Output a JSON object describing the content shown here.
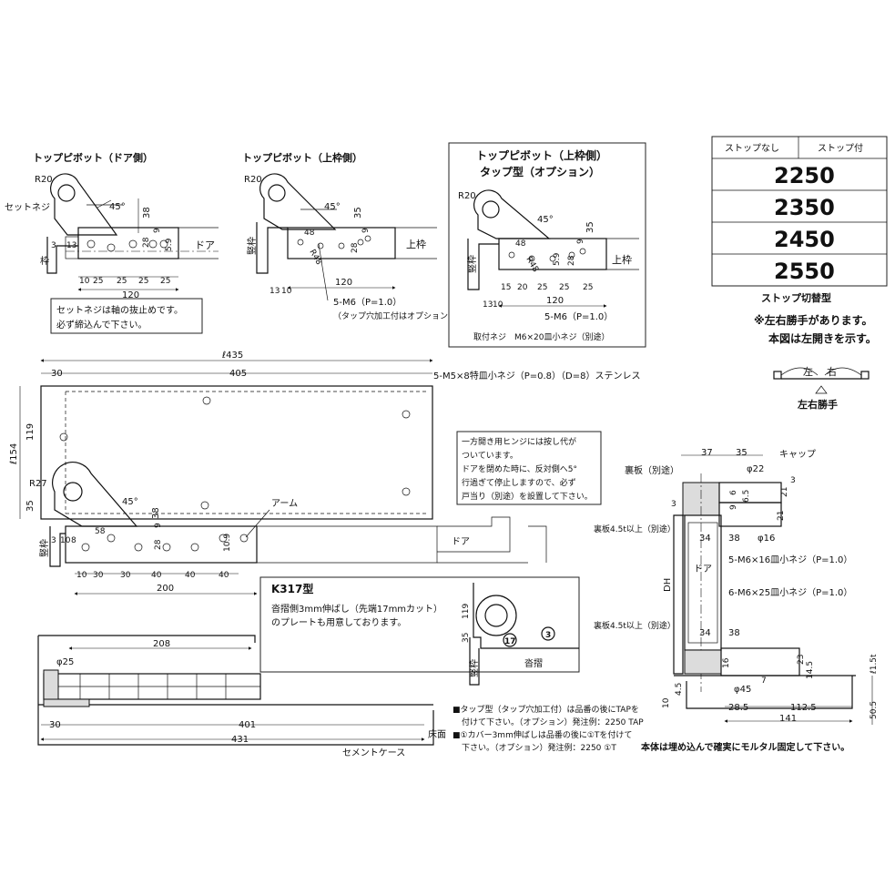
{
  "pivots": {
    "door_side": {
      "title": "トップピボット（ドア側）",
      "r": "R20",
      "set_screw": "セットネジ",
      "angle": "45°",
      "h38": "38",
      "v3": "3",
      "v13": "13",
      "v28": "28",
      "v9": "9",
      "v59": "5.9",
      "d10": "10",
      "d25a": "25",
      "d25b": "25",
      "d25c": "25",
      "d25d": "25",
      "total": "120",
      "door": "ドア",
      "frame": "枠",
      "note1": "セットネジは軸の抜止めです。",
      "note2": "必ず締込んで下さい。"
    },
    "frame_side": {
      "title": "トップピボット（上枠側）",
      "r": "R20",
      "angle": "45°",
      "h35": "35",
      "d48": "48",
      "r48": "R48",
      "v28": "28",
      "v9": "9",
      "total": "120",
      "d13": "13",
      "d10": "10",
      "tap": "5-M6（P=1.0）",
      "tap_note": "（タップ穴加工付はオプション）",
      "upper_frame": "上枠",
      "vertical_frame": "竪枠"
    },
    "tap_type": {
      "title1": "トップピボット（上枠側）",
      "title2": "タップ型（オプション）",
      "r": "R20",
      "angle": "45°",
      "h35": "35",
      "d48": "48",
      "r48": "R48",
      "v28": "28",
      "v9": "9",
      "v59": "5.9",
      "d15": "15",
      "d20": "20",
      "d25a": "25",
      "d25b": "25",
      "d25c": "25",
      "total": "120",
      "d13": "13",
      "d10": "10",
      "tap": "5-M6（P=1.0）",
      "upper_frame": "上枠",
      "vertical_frame": "竪枠",
      "screw_note": "取付ネジ　M6×20皿小ネジ（別途）"
    }
  },
  "model_table": {
    "col1": "ストップなし",
    "col2": "ストップ付",
    "rows": [
      "2250",
      "2350",
      "2450",
      "2550"
    ],
    "caption": "ストップ切替型"
  },
  "hand_note": {
    "line1": "※左右勝手があります。",
    "line2": "本図は左開きを示す。",
    "left": "左",
    "right": "右",
    "caption": "左右勝手"
  },
  "plan": {
    "width": "ℓ435",
    "d30": "30",
    "d405": "405",
    "screws": "5-M5×8特皿小ネジ（P=0.8）（D=8）ステンレス",
    "h154": "ℓ154",
    "h119": "119",
    "h35": "35",
    "r27": "R27",
    "angle": "45°",
    "h38": "38",
    "arm": "アーム",
    "v3": "3",
    "v10": "10",
    "v8": "8",
    "d58": "58",
    "v28": "28",
    "v9": "9",
    "v109": "10.9",
    "d10": "10",
    "d30b": "30",
    "d30c": "30",
    "d40a": "40",
    "d40b": "40",
    "d40c": "40",
    "total200": "200",
    "frame": "竪枠"
  },
  "hinge_note": {
    "l1": "一方開き用ヒンジには按し代が",
    "l2": "ついています。",
    "l3": "ドアを閉めた時に、反対側へ5°",
    "l4": "行過ぎて停止しますので、必ず",
    "l5": "戸当り（別途）を設置して下さい。",
    "door": "ドア"
  },
  "k317": {
    "title": "K317型",
    "l1": "沓摺側3mm伸ばし（先端17mmカット）",
    "l2": "のプレートも用意しております。",
    "v119": "119",
    "v35": "35",
    "c17": "17",
    "c3": "3",
    "frame": "竪枠",
    "sill": "沓摺"
  },
  "section": {
    "d208": "208",
    "phi25": "φ25",
    "d30": "30",
    "d401": "401",
    "d431": "431",
    "floor": "床面",
    "case": "セメントケース"
  },
  "side": {
    "d37": "37",
    "d35": "35",
    "cap": "キャップ",
    "backing1": "裏板（別途）",
    "phi22": "φ22",
    "v3": "3",
    "v6": "6",
    "v9": "9",
    "v65": "6.5",
    "v21": "21",
    "backing2": "裏板4.5t以上（別途）",
    "phi16": "φ16",
    "d34": "34",
    "d38": "38",
    "m6x16": "5-M6×16皿小ネジ（P=1.0）",
    "door": "ドア",
    "dh": "DH",
    "m6x25": "6-M6×25皿小ネジ（P=1.0）",
    "backing3": "裏板4.5t以上（別途）",
    "d34b": "34",
    "d38b": "38",
    "v16": "16",
    "v23": "23",
    "v145": "14.5",
    "v7": "7",
    "v45": "4.5",
    "phi45": "φ45",
    "v10": "10",
    "d285": "28.5",
    "d1125": "112.5",
    "d141": "141",
    "l15t": "ℓ1.5t",
    "v505": "50.5"
  },
  "notes": {
    "n1a": "■タップ型（タップ穴加工付）は品番の後にTAPを",
    "n1b": "付けて下さい。（オプション）発注例：2250 TAP",
    "n2a": "■①カバー3mm伸ばしは品番の後に①Tを付けて",
    "n2b": "下さい。（オプション）発注例：2250 ①T",
    "n3": "本体は埋め込んで確実にモルタル固定して下さい。"
  }
}
